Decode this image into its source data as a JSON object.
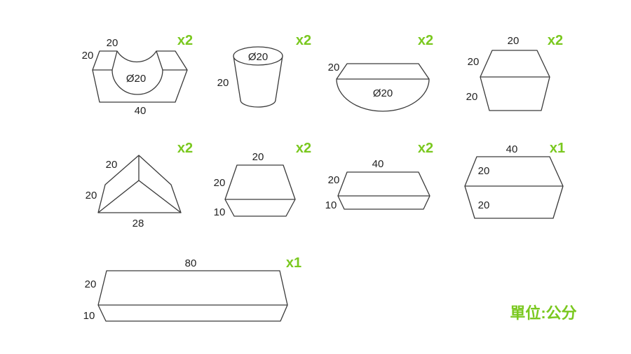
{
  "colors": {
    "accent": "#7ac81f",
    "stroke": "#3a3a3a",
    "text": "#222222"
  },
  "pieces": [
    {
      "id": "cradle",
      "qty": "x2",
      "labels": [
        "20",
        "20",
        "Ø20",
        "40"
      ]
    },
    {
      "id": "cylinder",
      "qty": "x2",
      "labels": [
        "Ø20",
        "20"
      ]
    },
    {
      "id": "half-cylinder",
      "qty": "x2",
      "labels": [
        "20",
        "Ø20"
      ]
    },
    {
      "id": "hexagon",
      "qty": "x2",
      "labels": [
        "20",
        "20",
        "20"
      ]
    },
    {
      "id": "triangle",
      "qty": "x2",
      "labels": [
        "20",
        "20",
        "28"
      ]
    },
    {
      "id": "small-block",
      "qty": "x2",
      "labels": [
        "20",
        "20",
        "10"
      ]
    },
    {
      "id": "wide-block",
      "qty": "x2",
      "labels": [
        "40",
        "20",
        "10"
      ]
    },
    {
      "id": "large-hexagon",
      "qty": "x1",
      "labels": [
        "40",
        "20",
        "20"
      ]
    },
    {
      "id": "long-block",
      "qty": "x1",
      "labels": [
        "80",
        "20",
        "10"
      ]
    }
  ],
  "unit_label": "單位:公分"
}
